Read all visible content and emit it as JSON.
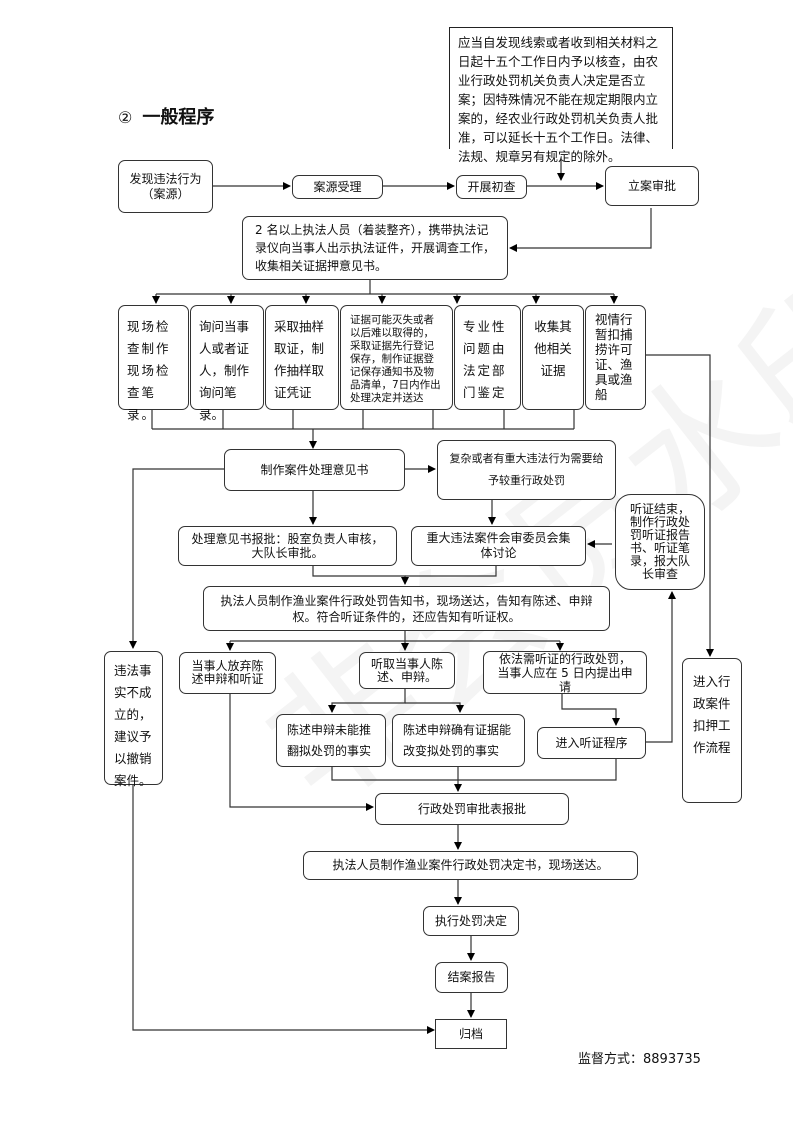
{
  "title": {
    "marker": "②",
    "text": "一般程序"
  },
  "note": "应当自发现线索或者收到相关材料之日起十五个工作日内予以核查，由农业行政处罚机关负责人决定是否立案；因特殊情况不能在规定期限内立案的，经农业行政处罚机关负责人批准，可以延长十五个工作日。法律、法规、规章另有规定的除外。",
  "nodes": {
    "discover": "发现违法行为（案源）",
    "accept": "案源受理",
    "initial_check": "开展初查",
    "approve_case": "立案审批",
    "investigate": "2 名以上执法人员（着装整齐），携带执法记录仪向当事人出示执法证件，开展调查工作，收集相关证据押意见书。",
    "onsite": "现场检查制作现场检查笔录。",
    "inquiry": "询问当事人或者证人，制作询问笔录。",
    "sampling": "采取抽样取证，制作抽样取证凭证",
    "preserve": "证据可能灭失或者以后难以取得的，采取证据先行登记保存，制作证据登记保存通知书及物品清单，7日内作出处理决定并送达",
    "expert": "专业性问题由法定部门鉴定",
    "other_evidence": "收集其他相关证据",
    "seize": "视情行暂扣捕捞许可证、渔具或渔船",
    "opinion": "制作案件处理意见书",
    "complex": "复杂或者有重大违法行为需要给予较重行政处罚",
    "report_approve": "处理意见书报批：股室负责人审核，大队长审批。",
    "committee": "重大违法案件会审委员会集体讨论",
    "hearing_end": "听证结束，制作行政处罚听证报告书、听证笔录，报大队长审查",
    "notice": "执法人员制作渔业案件行政处罚告知书，现场送达，告知有陈述、申辩权。符合听证条件的，还应告知有听证权。",
    "not_established": "违法事实不成立的，建议予以撤销案件。",
    "waive": "当事人放弃陈述申辩和听证",
    "listen": "听取当事人陈述、申辩。",
    "hearing_apply": "依法需听证的行政处罚，当事人应在 5 日内提出申请",
    "enter_seize": "进入行政案件扣押工作流程",
    "not_overturn": "陈述申辩未能推翻拟处罚的事实",
    "overturn": "陈述申辩确有证据能改变拟处罚的事实",
    "enter_hearing": "进入听证程序",
    "penalty_approve": "行政处罚审批表报批",
    "decision": "执法人员制作渔业案件行政处罚决定书，现场送达。",
    "execute": "执行处罚决定",
    "closing": "结案报告",
    "archive": "归档"
  },
  "footer": {
    "label": "监督方式：",
    "value": "8893735"
  }
}
